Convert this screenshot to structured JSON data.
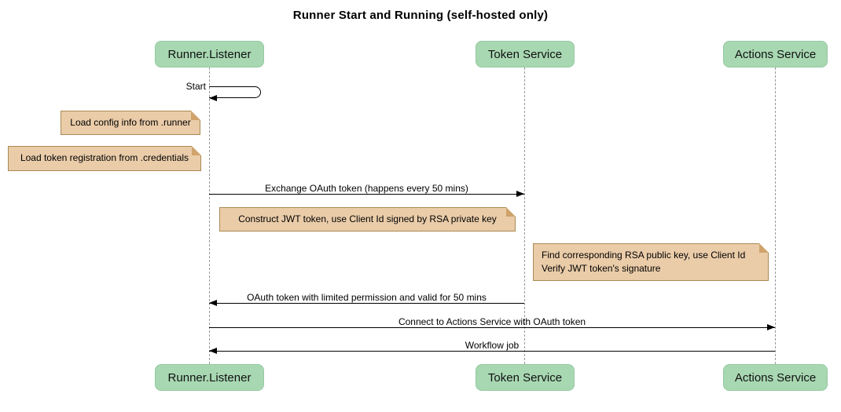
{
  "title": "Runner Start and Running (self-hosted only)",
  "participants": [
    {
      "name": "Runner.Listener"
    },
    {
      "name": "Token Service"
    },
    {
      "name": "Actions Service"
    }
  ],
  "self_message": {
    "label": "Start",
    "actor": "Runner.Listener"
  },
  "messages": [
    {
      "label": "Exchange OAuth token (happens every 50 mins)",
      "from": "Runner.Listener",
      "to": "Token Service"
    },
    {
      "label": "OAuth token with limited permission and valid for 50 mins",
      "from": "Token Service",
      "to": "Runner.Listener"
    },
    {
      "label": "Connect to Actions Service with OAuth token",
      "from": "Runner.Listener",
      "to": "Actions Service"
    },
    {
      "label": "Workflow job",
      "from": "Actions Service",
      "to": "Runner.Listener"
    }
  ],
  "notes": [
    {
      "text": "Load config info from .runner"
    },
    {
      "text": "Load token registration from .credentials"
    },
    {
      "text": "Construct JWT token, use Client Id signed by RSA private key"
    },
    {
      "text": "Find corresponding RSA public key, use Client Id\nVerify JWT token's signature"
    }
  ],
  "colors": {
    "participant_fill": "#a8d8b2",
    "note_fill": "#eacca9",
    "note_border": "#aa8953",
    "lifeline": "#999999",
    "arrow": "#000000",
    "background": "#ffffff"
  }
}
